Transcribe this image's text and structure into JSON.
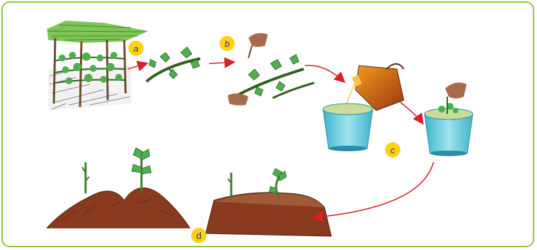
{
  "steps": [
    {
      "id": "a",
      "label": "a"
    },
    {
      "id": "b",
      "label": "b"
    },
    {
      "id": "c",
      "label": "c"
    },
    {
      "id": "d",
      "label": "d"
    }
  ],
  "colors": {
    "frame_border": "#8cc63f",
    "badge_fill": "#fcd116",
    "arrow": "#d9202a",
    "leaf": "#4caf50",
    "stem": "#3f7d2a",
    "soil": "#8a3a1e",
    "bucket": "#62c8d8",
    "water": "#c9dd9a"
  },
  "icons": [
    "trellis-shelter-icon",
    "vine-cutting-icon",
    "hand-icon",
    "jug-icon",
    "bucket-icon",
    "soil-mound-icon"
  ]
}
